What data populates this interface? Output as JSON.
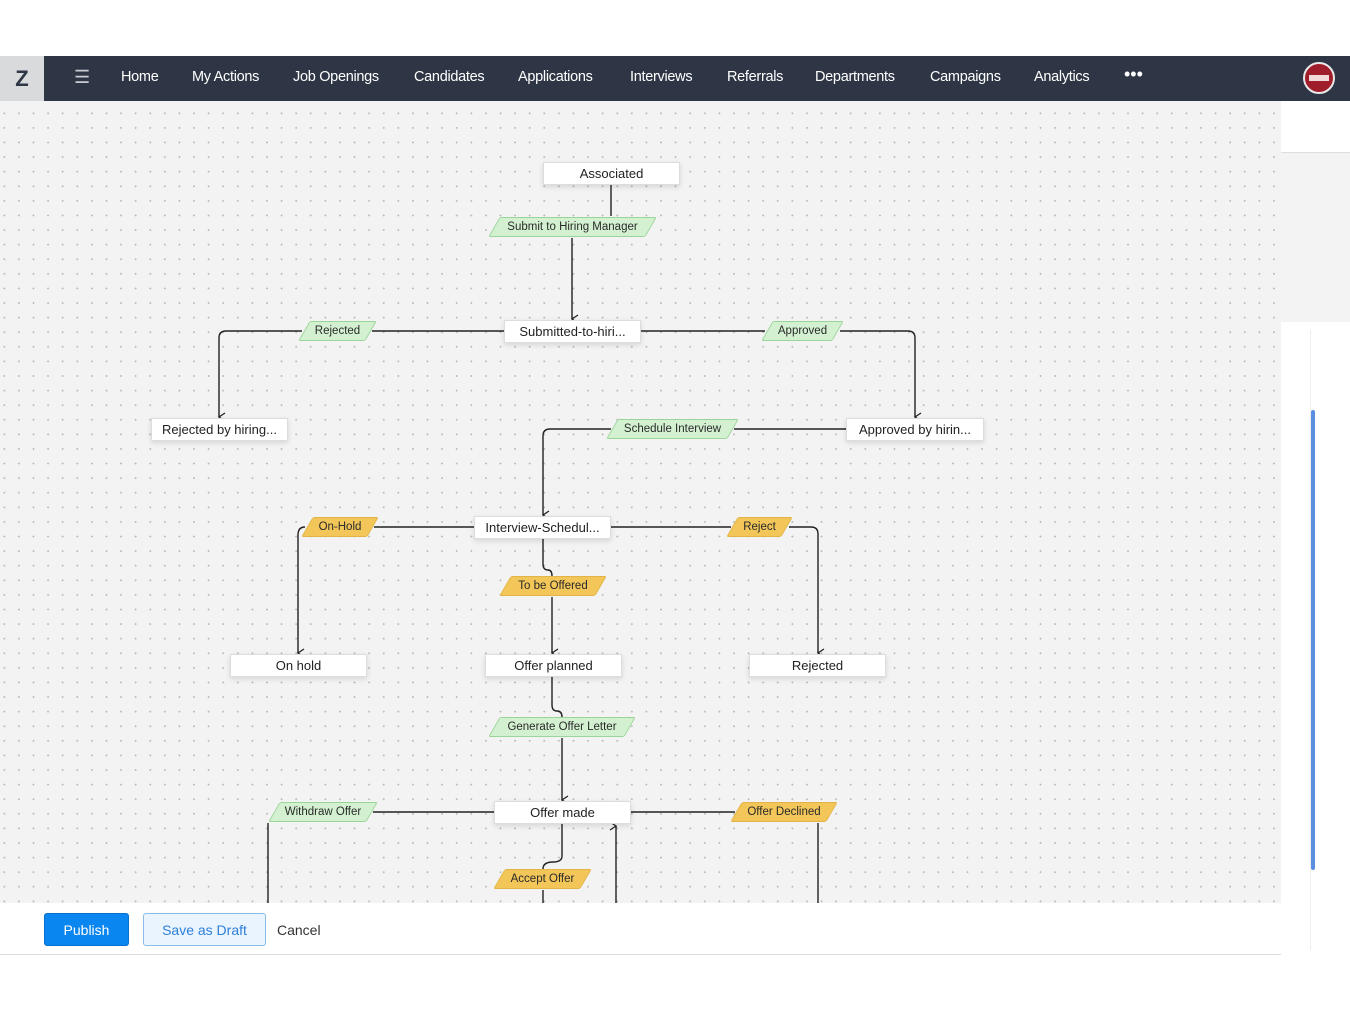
{
  "nav": {
    "logo": "Z",
    "menu_icon": "hamburger-icon",
    "items": [
      "Home",
      "My Actions",
      "Job Openings",
      "Candidates",
      "Applications",
      "Interviews",
      "Referrals",
      "Departments",
      "Campaigns",
      "Analytics"
    ],
    "more": "•••"
  },
  "states": {
    "associated": "Associated",
    "submitted": "Submitted-to-hiri...",
    "rejected_by_hiring": "Rejected by hiring...",
    "approved_by_hiring": "Approved by hirin...",
    "interview": "Interview-Schedul...",
    "on_hold": "On hold",
    "offer_planned": "Offer planned",
    "rejected": "Rejected",
    "offer_made": "Offer made"
  },
  "transitions": {
    "submit": "Submit to Hiring Manager",
    "rejected": "Rejected",
    "approved": "Approved",
    "schedule": "Schedule Interview",
    "on_hold": "On-Hold",
    "reject": "Reject",
    "to_be_offered": "To be Offered",
    "generate": "Generate Offer Letter",
    "withdraw": "Withdraw Offer",
    "declined": "Offer Declined",
    "accept": "Accept Offer"
  },
  "colors": {
    "nav_bg": "#2e3645",
    "green": "#d3f1d1",
    "yellow": "#f2c659",
    "primary": "#0a86f0"
  },
  "footer": {
    "publish": "Publish",
    "save_draft": "Save as Draft",
    "cancel": "Cancel"
  }
}
